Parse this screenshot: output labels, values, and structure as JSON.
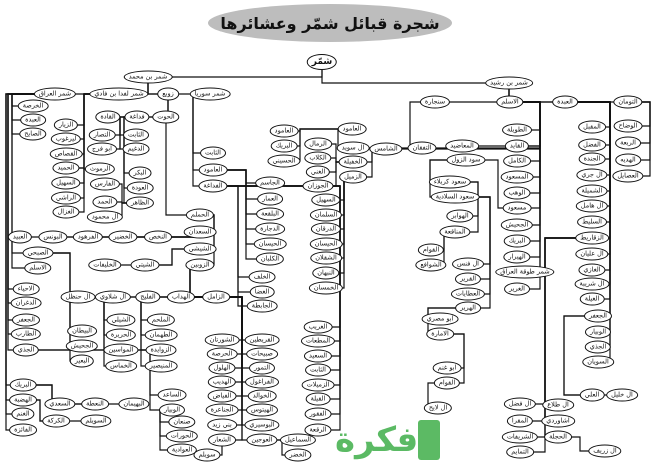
{
  "title": "شجرة قبائل شمّر وعشائرها",
  "watermark": "فكرة",
  "colors": {
    "title_bg": "#bdbdbd",
    "line": "#111111",
    "watermark": "#3fae49"
  },
  "nodes": [
    "شمّر",
    "شمر بن محمد",
    "شمر بن رشيد",
    "شمر العراق",
    "شمر لفدا بن فادي",
    "زوبع",
    "شمر سوريا",
    "سنجارة",
    "الاسلم",
    "العبدة",
    "التومان",
    "الخرصة",
    "العبدة",
    "الصايح",
    "الصبحي",
    "الاسلم",
    "الاحياء",
    "الدغران",
    "الجعفر",
    "الطارب",
    "الجذي",
    "البريك",
    "الهضبة",
    "الغنم",
    "الفائزة",
    "الزيار",
    "ليرغوب",
    "القصاص",
    "الحميد",
    "السهيل",
    "الراشي",
    "الغزال",
    "الرموث",
    "القادة",
    "فداغة",
    "الحوت",
    "التصار",
    "ابو فرج",
    "الثابت",
    "الدغيم",
    "البكر",
    "العودة",
    "الظاهر",
    "الفارس",
    "الحمد",
    "ال محمود",
    "الحملم",
    "السعدان",
    "الشيشي",
    "الزوبين",
    "النخص",
    "الخضير",
    "الفرهود",
    "البونس",
    "العبيد",
    "الشيتي",
    "الخليفات",
    "الزامل",
    "الهداب",
    "الفليج",
    "ال شلاوي",
    "ال حنظل",
    "البيطان",
    "الجحيش",
    "البعير",
    "الشيلي",
    "الحريرة",
    "المواسين",
    "الخماس",
    "الملحم",
    "الطهمان",
    "الزوايدة",
    "المنيصير",
    "السعدي",
    "النعطة",
    "البهيمان",
    "الكركة",
    "السويلم",
    "الساعد",
    "الوبيار",
    "صنعان",
    "الحورات",
    "العوادية",
    "الثابت",
    "العامود",
    "الفداغة",
    "الجاسم",
    "العمار",
    "البلقعة",
    "الدجارة",
    "الحيسان",
    "الكلبان",
    "الخلف",
    "الغضا",
    "الجابطة",
    "القريطين",
    "صبيحات",
    "التمور",
    "الفراغول",
    "الخوالد",
    "الهيتوس",
    "البوسيري",
    "العوجين",
    "الشورتان",
    "الحرصة",
    "الهلول",
    "الهديب",
    "الفياض",
    "الجناعرة",
    "بني زيد",
    "الشعار",
    "سويلم",
    "السماعيل",
    "الخضر",
    "الغريب",
    "المطعات",
    "السعيد",
    "الثابت",
    "الزميلات",
    "القيلة",
    "الفقور",
    "الرقعة",
    "ال سويد",
    "العامود",
    "الخفيلة",
    "الزميل",
    "العامود",
    "البريك",
    "الحسيني",
    "الرمال",
    "الكلاب",
    "الغني",
    "الجوزان",
    "السهيل",
    "السلمان",
    "الدرقان",
    "الحيسان",
    "الشقلان",
    "النبهان",
    "الخمسان",
    "الشامس",
    "التفقان",
    "المعاضيد",
    "الطويلة",
    "القايد",
    "الكامل",
    "المسعود",
    "الوهب",
    "مسعود",
    "الجحيش",
    "البريك",
    "الهيرار",
    "شمر طوقة العراق",
    "الغرير",
    "سود الزول",
    "سعود كربلاء",
    "سعود السلادية",
    "الهوابر",
    "المناقعة",
    "القوام",
    "الشوافع",
    "ال فنس",
    "القرير",
    "العطايات",
    "الهرير",
    "ابو مصري",
    "الامارة",
    "ابو غنم",
    "القوام",
    "ال لايح",
    "المقبل",
    "الفضل",
    "الجندة",
    "ال جري",
    "الشميلة",
    "ال هامل",
    "السليط",
    "الزقاريط",
    "ال عليان",
    "الغازي",
    "ال شريبة",
    "الغيلة",
    "الجعفر",
    "الوبيار",
    "الجذي",
    "السويان",
    "العلي",
    "ال خليل",
    "ال طلاع",
    "اشاوردي",
    "الحجلة",
    "ال فضل",
    "المقرا",
    "الشريفات",
    "التمايم",
    "ال زريف",
    "الوضاح",
    "الربعة",
    "الهديه",
    "العصايل"
  ]
}
